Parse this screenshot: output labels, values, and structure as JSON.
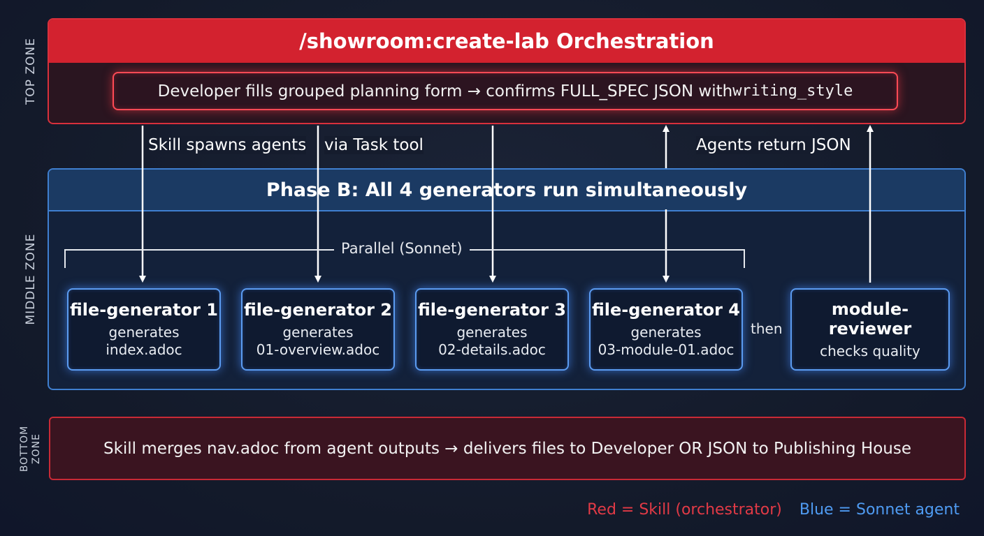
{
  "zones": {
    "top": "TOP ZONE",
    "middle": "MIDDLE ZONE",
    "bottom_line1": "BOTTOM",
    "bottom_line2": "ZONE"
  },
  "top_zone": {
    "title": "/showroom:create-lab Orchestration",
    "step_text": "Developer fills grouped planning form → confirms FULL_SPEC JSON with ",
    "step_code": "writing_style"
  },
  "arrow_labels": {
    "spawn_left": "Skill spawns agents",
    "spawn_right": "via Task tool",
    "return": "Agents return JSON"
  },
  "middle_zone": {
    "title": "Phase B: All 4 generators run simultaneously",
    "parallel_label": "Parallel (Sonnet)",
    "then_label": "then",
    "generators": [
      {
        "title": "file-generator 1",
        "line1": "generates",
        "line2": "index.adoc"
      },
      {
        "title": "file-generator 2",
        "line1": "generates",
        "line2": "01-overview.adoc"
      },
      {
        "title": "file-generator 3",
        "line1": "generates",
        "line2": "02-details.adoc"
      },
      {
        "title": "file-generator 4",
        "line1": "generates",
        "line2": "03-module-01.adoc"
      }
    ],
    "reviewer": {
      "title": "module-reviewer",
      "line1": "checks quality"
    }
  },
  "bottom_zone": {
    "text": "Skill merges nav.adoc from agent outputs → delivers files to Developer OR JSON to Publishing House"
  },
  "legend": {
    "red": "Red = Skill (orchestrator)",
    "blue": "Blue = Sonnet agent"
  },
  "colors": {
    "skill_red": "#d3222f",
    "agent_blue": "#3f7fd0",
    "background": "#151c2d"
  }
}
